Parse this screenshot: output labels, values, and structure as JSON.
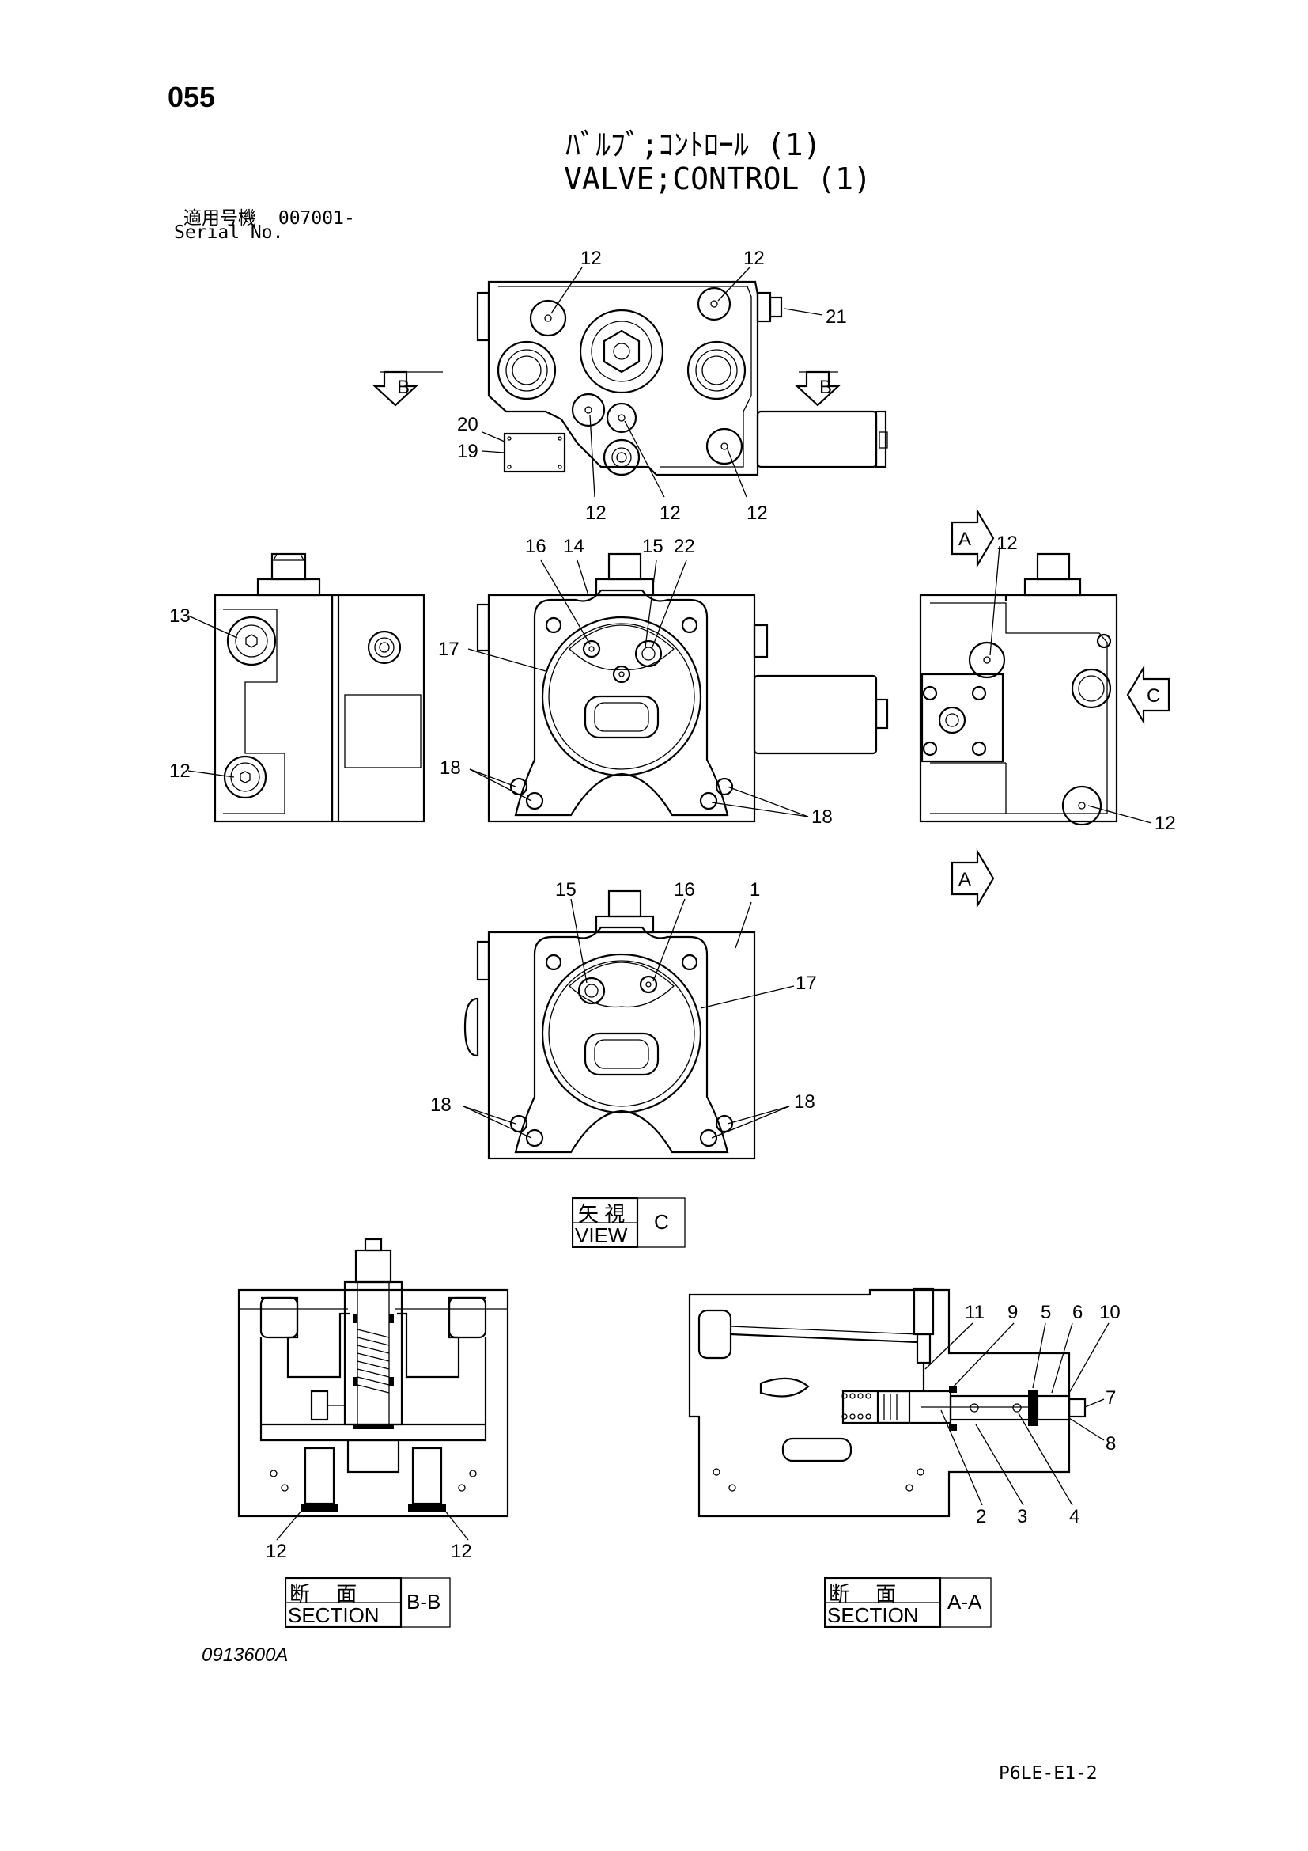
{
  "page_number": "055",
  "title_jp": "ﾊﾞﾙﾌﾞ;ｺﾝﾄﾛｰﾙ (1)",
  "title_en": "VALVE;CONTROL (1)",
  "serial": {
    "label_jp": "適用号機",
    "value": "007001-",
    "label_en": "Serial No."
  },
  "drawing_number": "0913600A",
  "page_code": "P6LE-E1-2",
  "view_markers": {
    "b": "B",
    "a": "A",
    "c": "C"
  },
  "view_c_box": {
    "jp": "矢 視",
    "en": "VIEW",
    "letter": "C"
  },
  "section_bb_box": {
    "jp": "断　 面",
    "en": "SECTION",
    "letter": "B-B"
  },
  "section_aa_box": {
    "jp": "断　 面",
    "en": "SECTION",
    "letter": "A-A"
  },
  "callouts": {
    "top": [
      "12",
      "12",
      "21",
      "20",
      "19",
      "12",
      "12",
      "12"
    ],
    "mid_left": [
      "13",
      "12"
    ],
    "mid_center": [
      "16",
      "14",
      "15",
      "22",
      "17",
      "18",
      "18"
    ],
    "mid_right": [
      "12",
      "12"
    ],
    "view_c": [
      "15",
      "16",
      "1",
      "17",
      "18",
      "18"
    ],
    "section_bb": [
      "12",
      "12"
    ],
    "section_aa": [
      "11",
      "9",
      "5",
      "6",
      "10",
      "7",
      "8",
      "2",
      "3",
      "4"
    ]
  }
}
